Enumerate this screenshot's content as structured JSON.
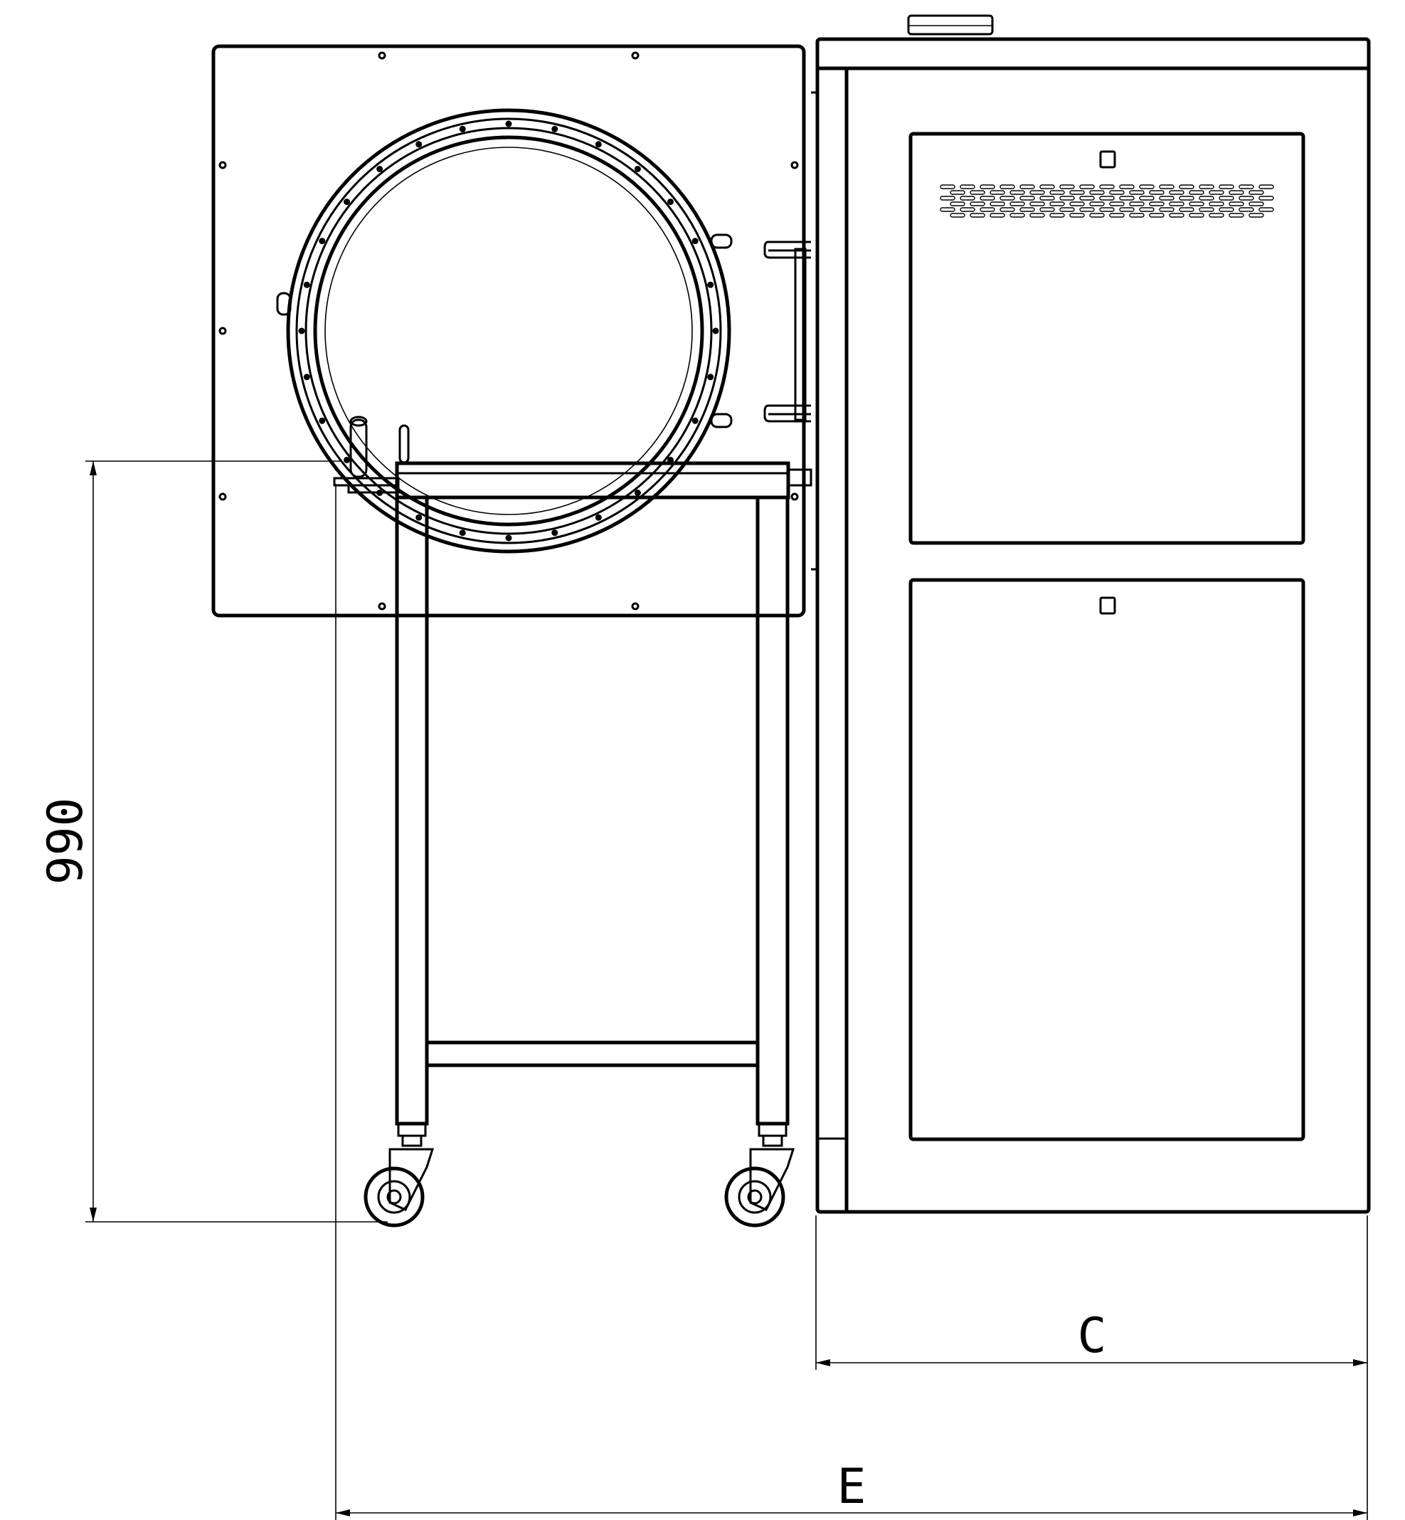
{
  "drawing": {
    "dimensions": {
      "height_value": "990",
      "width_c_label": "C",
      "width_e_label": "E"
    },
    "colors": {
      "line": "#000000",
      "background": "#ffffff"
    }
  }
}
